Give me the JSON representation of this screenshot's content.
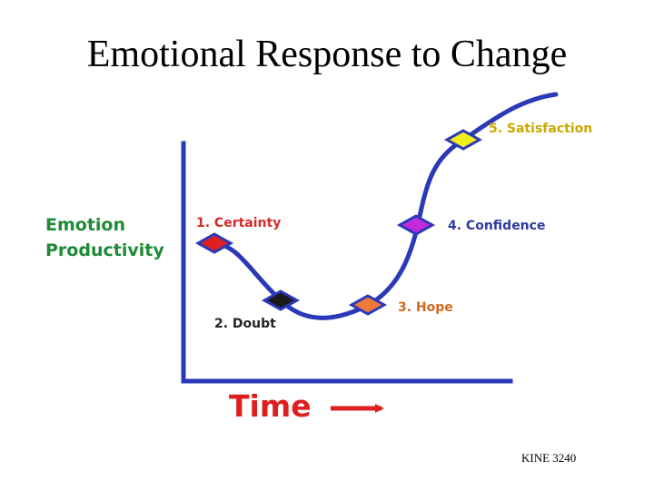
{
  "title": "Emotional Response to Change",
  "axis": {
    "y_line1": "Emotion",
    "y_line2": "Productivity",
    "x": "Time"
  },
  "stages": [
    {
      "label": "1. Certainty",
      "color": "#d42a2a",
      "marker": "#e02020"
    },
    {
      "label": "2. Doubt",
      "color": "#222222",
      "marker": "#1a1a1a"
    },
    {
      "label": "3. Hope",
      "color": "#d2691e",
      "marker": "#f07a3a"
    },
    {
      "label": "4. Confidence",
      "color": "#2e3a9e",
      "marker": "#c22ad8"
    },
    {
      "label": "5. Satisfaction",
      "color": "#c9a800",
      "marker": "#f2ee1a"
    }
  ],
  "colors": {
    "curve": "#2b39b8",
    "axes": "#2b39b8",
    "axis_label": "#1e8a36",
    "time": "#dd1f1f"
  },
  "footer": "KINE 3240"
}
